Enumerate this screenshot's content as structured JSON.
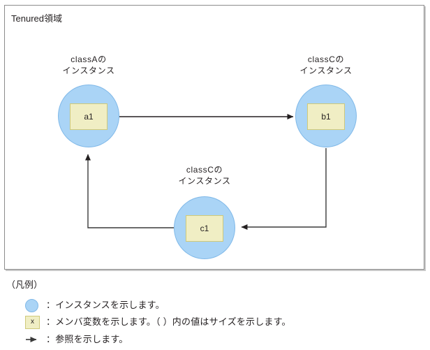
{
  "diagram": {
    "region": {
      "title": "Tenured領域"
    },
    "nodes": [
      {
        "id": "a1",
        "label": "classAの\nインスタンス",
        "member": "a1"
      },
      {
        "id": "b1",
        "label": "classCの\nインスタンス",
        "member": "b1"
      },
      {
        "id": "c1",
        "label": "classCの\nインスタンス",
        "member": "c1"
      }
    ],
    "edges": [
      {
        "from": "a1",
        "to": "b1"
      },
      {
        "from": "b1",
        "to": "c1"
      },
      {
        "from": "c1",
        "to": "a1"
      }
    ]
  },
  "legend": {
    "title": "（凡例）",
    "items": [
      {
        "icon": "instance-circle-icon",
        "text": "：インスタンスを示します。"
      },
      {
        "icon": "member-variable-box-icon",
        "icon_label": "x",
        "text": "：メンバ変数を示します。（ ）内の値はサイズを示します。"
      },
      {
        "icon": "reference-arrow-icon",
        "text": "：参照を示します。"
      }
    ]
  },
  "colors": {
    "instance_fill": "#aad4f6",
    "instance_stroke": "#7fb8e8",
    "member_fill": "#f0eec4",
    "member_stroke": "#cfc97a",
    "frame_stroke": "#8c8c8c",
    "connector_stroke": "#231f20",
    "text": "#231f20"
  }
}
